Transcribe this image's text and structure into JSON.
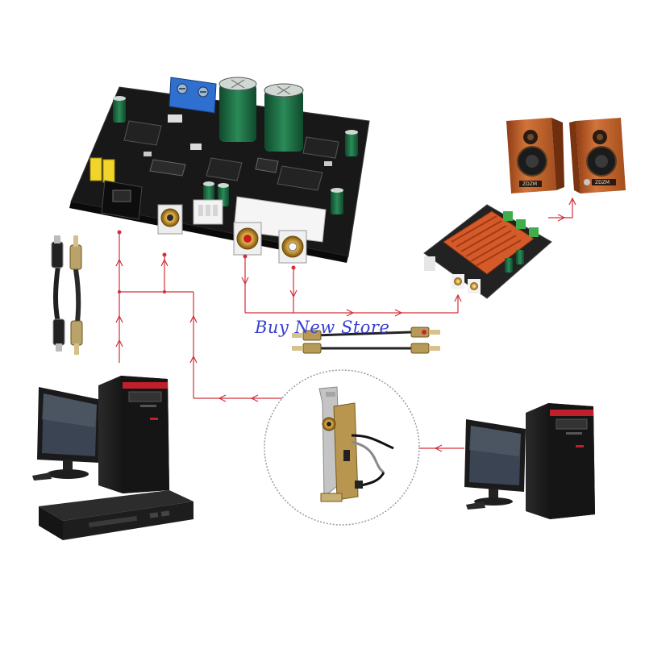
{
  "watermark": "Buy New Store",
  "colors": {
    "pcb": "#1b1b1b",
    "arrow": "#d0303a",
    "terminal": "#2f6fd0",
    "capacitor": "#1f6b44",
    "speaker_wood": "#c8642a",
    "amp_heatsink": "#d55a2a",
    "tower": "#151515",
    "tower_accent": "#c0202a",
    "bracket": "#b8b8b8"
  },
  "devices": [
    {
      "name": "decoder-board",
      "icon": "pcb-board-icon"
    },
    {
      "name": "speaker-left",
      "icon": "speaker-icon"
    },
    {
      "name": "speaker-right",
      "icon": "speaker-icon"
    },
    {
      "name": "amplifier-board",
      "icon": "amplifier-icon"
    },
    {
      "name": "optical-cable",
      "icon": "toslink-cable-icon"
    },
    {
      "name": "coaxial-cable",
      "icon": "rca-cable-icon"
    },
    {
      "name": "rca-stereo-cable",
      "icon": "rca-cable-icon"
    },
    {
      "name": "desktop-pc-left",
      "icon": "desktop-computer-icon"
    },
    {
      "name": "dvd-player",
      "icon": "dvd-player-icon"
    },
    {
      "name": "sound-card-bracket",
      "icon": "pci-card-icon"
    },
    {
      "name": "desktop-pc-right",
      "icon": "desktop-computer-icon"
    }
  ]
}
